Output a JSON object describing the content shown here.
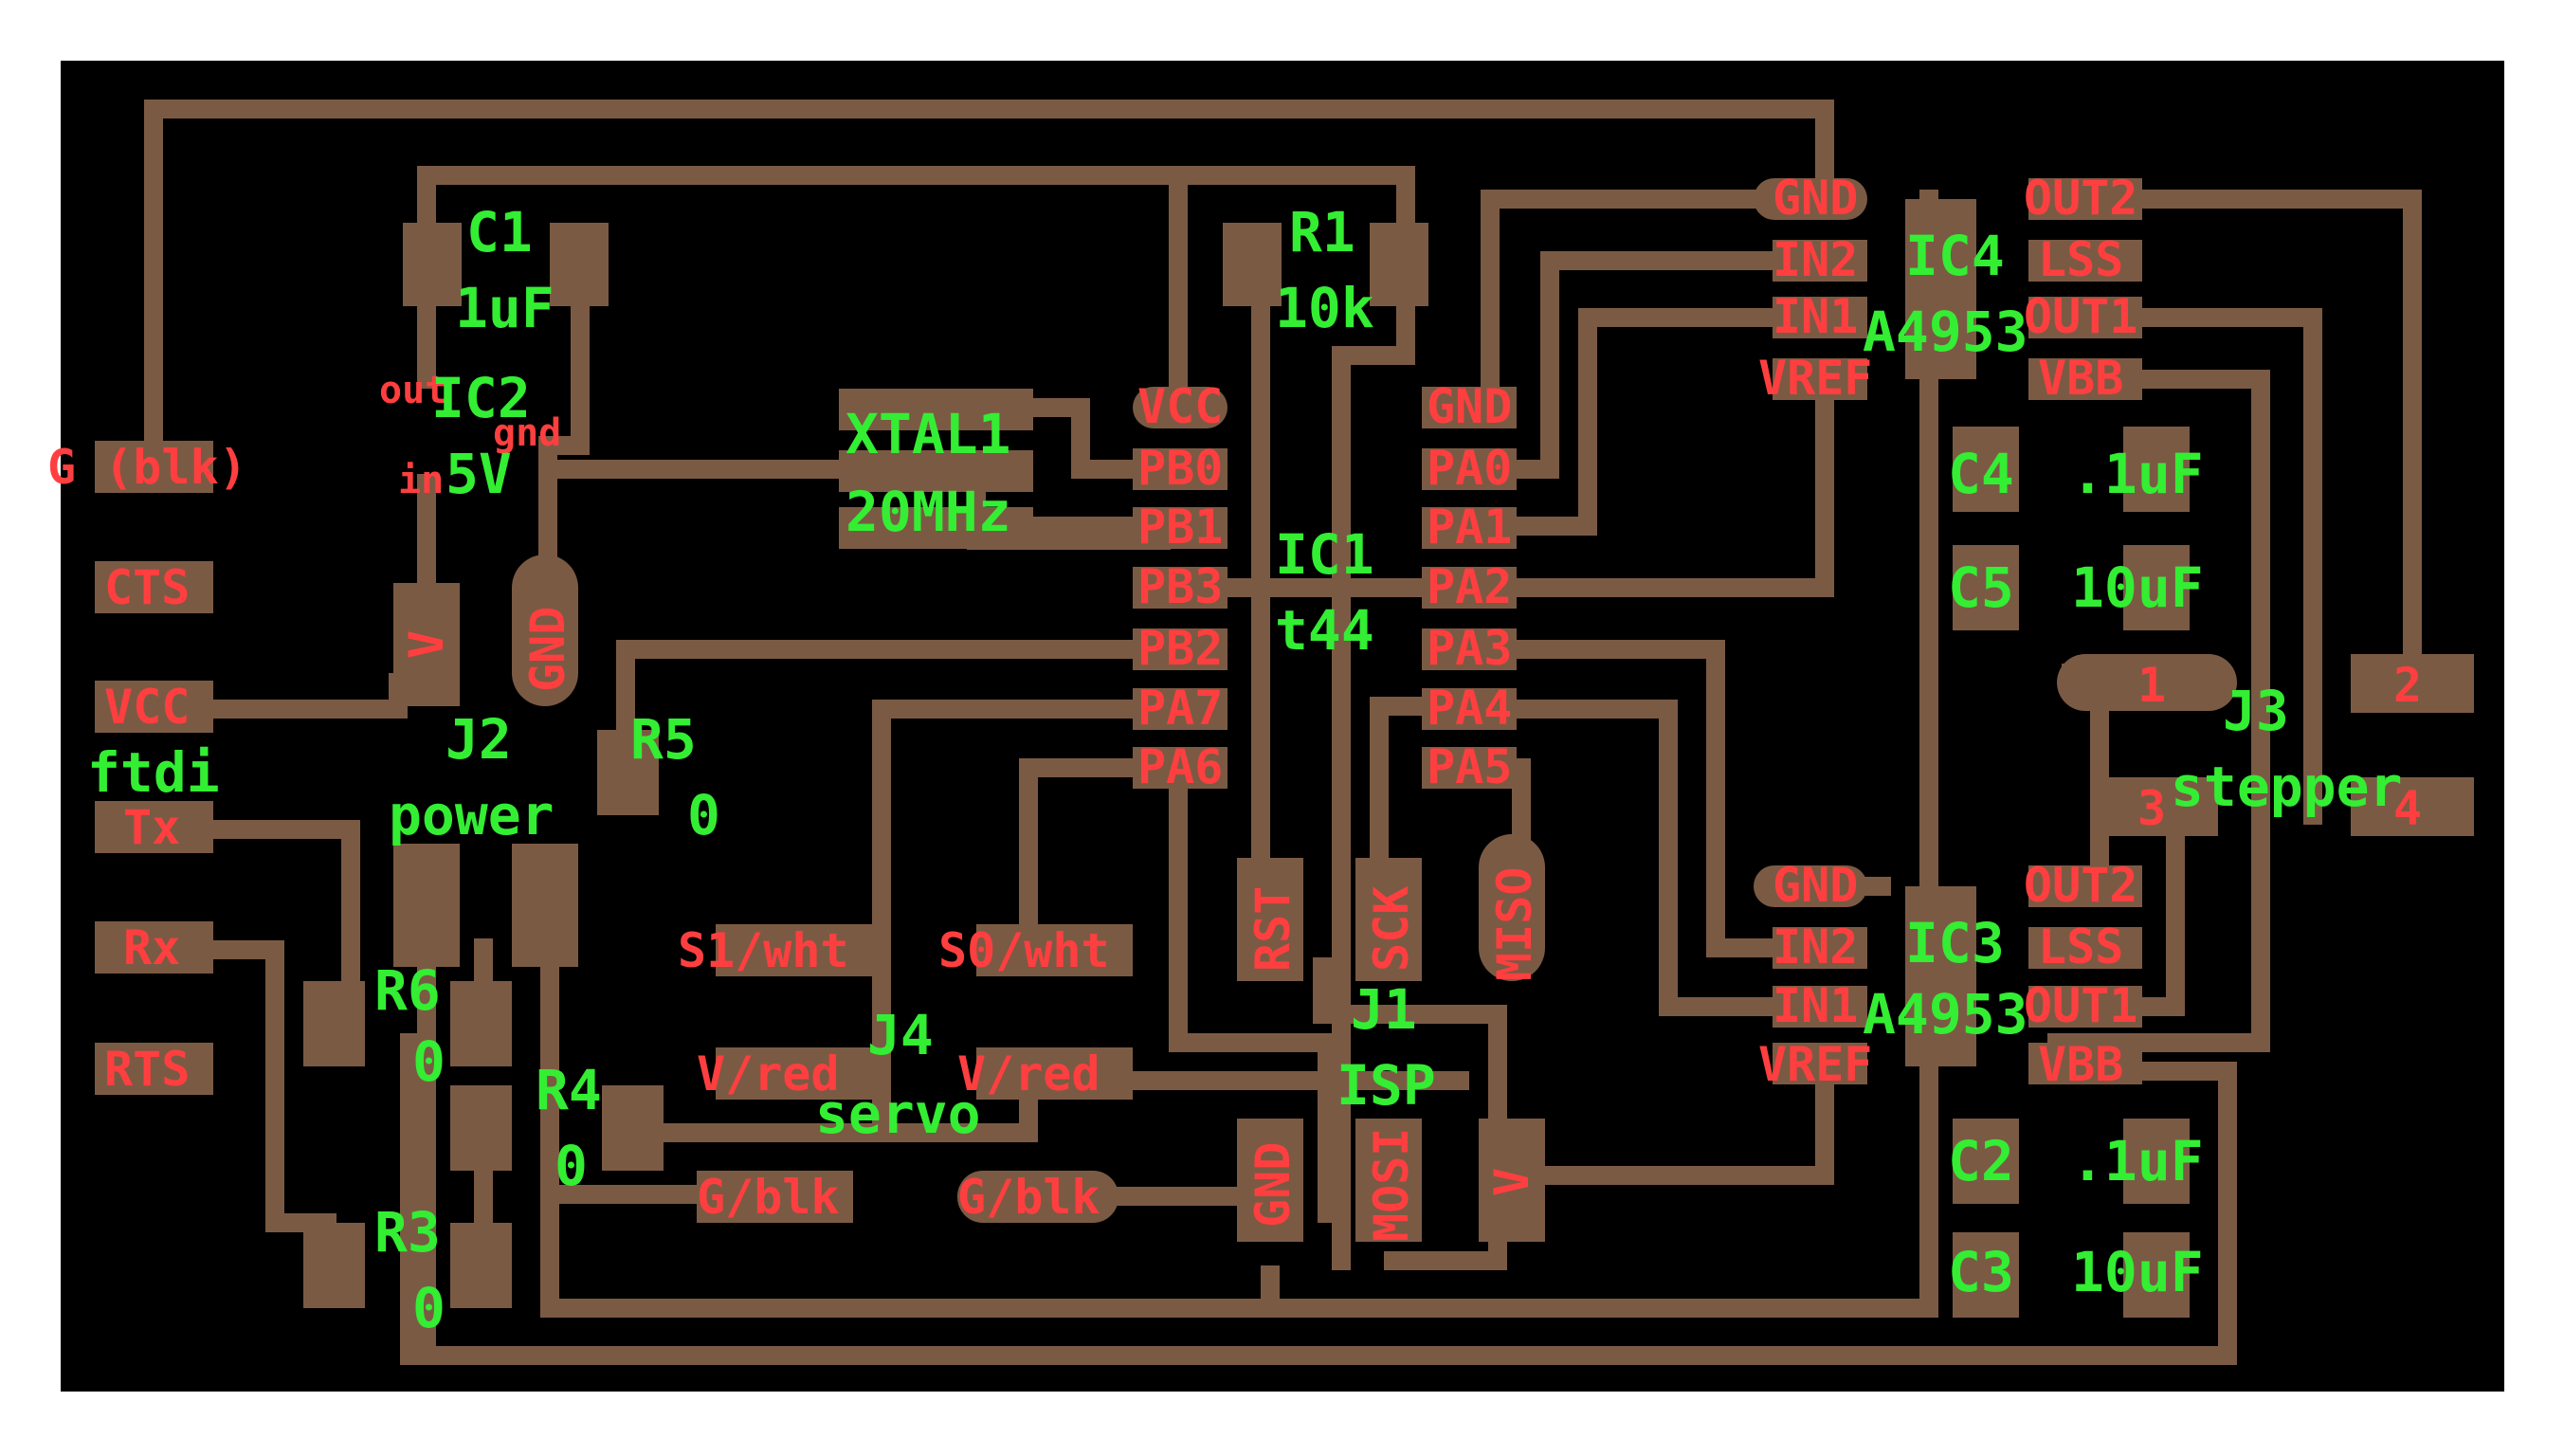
{
  "colors": {
    "background": "#000000",
    "copper": "#7b5a44",
    "pin_label": "#ff3f3f",
    "part_label": "#33ee33"
  },
  "components": {
    "ic1": {
      "ref": "IC1",
      "value": "t44",
      "left_pins": [
        "VCC",
        "PB0",
        "PB1",
        "PB3",
        "PB2",
        "PA7",
        "PA6"
      ],
      "right_pins": [
        "GND",
        "PA0",
        "PA1",
        "PA2",
        "PA3",
        "PA4",
        "PA5"
      ]
    },
    "ic4": {
      "ref": "IC4",
      "value": "A4953",
      "left_pins": [
        "GND",
        "IN2",
        "IN1",
        "VREF"
      ],
      "right_pins": [
        "OUT2",
        "LSS",
        "OUT1",
        "VBB"
      ]
    },
    "ic3": {
      "ref": "IC3",
      "value": "A4953",
      "left_pins": [
        "GND",
        "IN2",
        "IN1",
        "VREF"
      ],
      "right_pins": [
        "OUT2",
        "LSS",
        "OUT1",
        "VBB"
      ]
    },
    "ic2": {
      "ref": "IC2",
      "value": "5V",
      "pin_out": "out",
      "pin_gnd": "gnd",
      "pin_in": "in"
    },
    "c1": {
      "ref": "C1",
      "value": "1uF"
    },
    "c2": {
      "ref": "C2",
      "value": ".1uF"
    },
    "c3": {
      "ref": "C3",
      "value": "10uF"
    },
    "c4": {
      "ref": "C4",
      "value": ".1uF"
    },
    "c5": {
      "ref": "C5",
      "value": "10uF"
    },
    "r1": {
      "ref": "R1",
      "value": "10k"
    },
    "r3": {
      "ref": "R3",
      "value": "0"
    },
    "r4": {
      "ref": "R4",
      "value": "0"
    },
    "r5": {
      "ref": "R5",
      "value": "0"
    },
    "r6": {
      "ref": "R6",
      "value": "0"
    },
    "xtal1": {
      "ref": "XTAL1",
      "value": "20MHz"
    },
    "j1": {
      "ref": "J1",
      "value": "ISP",
      "pins": [
        "RST",
        "SCK",
        "MISO",
        "MOSI",
        "GND",
        "V"
      ]
    },
    "j2": {
      "ref": "J2",
      "value": "power",
      "pins": [
        "V",
        "GND"
      ]
    },
    "j3": {
      "ref": "J3",
      "value": "stepper",
      "pins": [
        "1",
        "2",
        "3",
        "4"
      ]
    },
    "j4": {
      "ref": "J4",
      "value": "servo",
      "pins": [
        "S1/wht",
        "S0/wht",
        "V/red",
        "V/red",
        "G/blk",
        "G/blk"
      ]
    },
    "ftdi": {
      "label": "ftdi",
      "pins": [
        "G (blk)",
        "CTS",
        "VCC",
        "Tx",
        "Rx",
        "RTS"
      ]
    }
  }
}
